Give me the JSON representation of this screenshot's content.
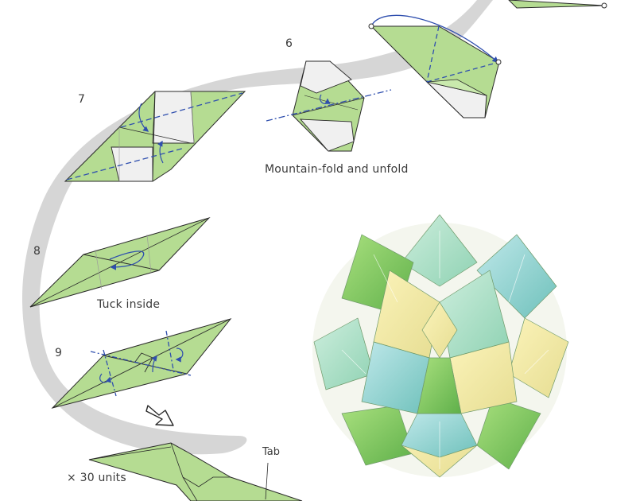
{
  "steps": {
    "six": "6",
    "seven": "7",
    "eight": "8",
    "nine": "9"
  },
  "captions": {
    "mountain_fold": "Mountain-fold and unfold",
    "tuck_inside": "Tuck inside",
    "units": "× 30 units",
    "tab": "Tab"
  },
  "colors": {
    "paper_green": "#b5dc92",
    "paper_white": "#f0f0f0",
    "path_gray": "#d6d6d6",
    "crease_blue": "#2f4fae",
    "outline": "#2a2a2a"
  }
}
